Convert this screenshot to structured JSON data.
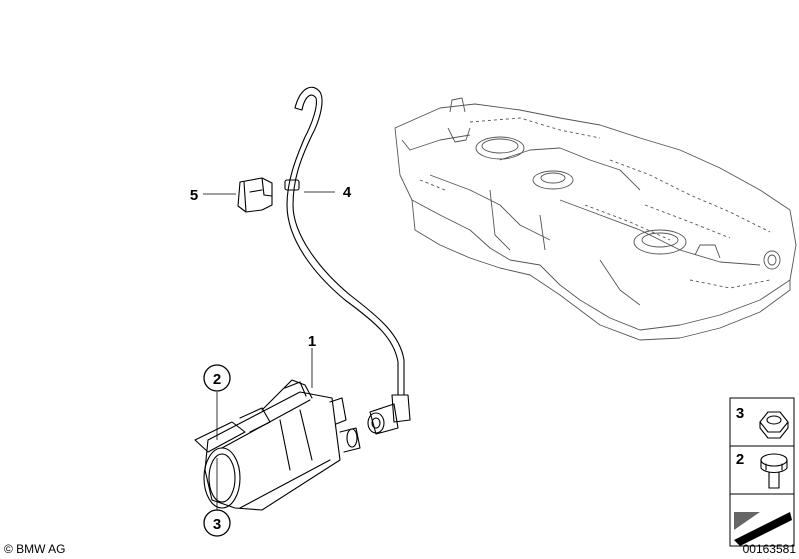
{
  "diagram": {
    "callouts": {
      "part1": "1",
      "part2": "2",
      "part3": "3",
      "part4": "4",
      "part5": "5"
    },
    "legend": {
      "item3": "3",
      "item2": "2"
    },
    "copyright": "© BMW AG",
    "image_number": "00163581"
  }
}
